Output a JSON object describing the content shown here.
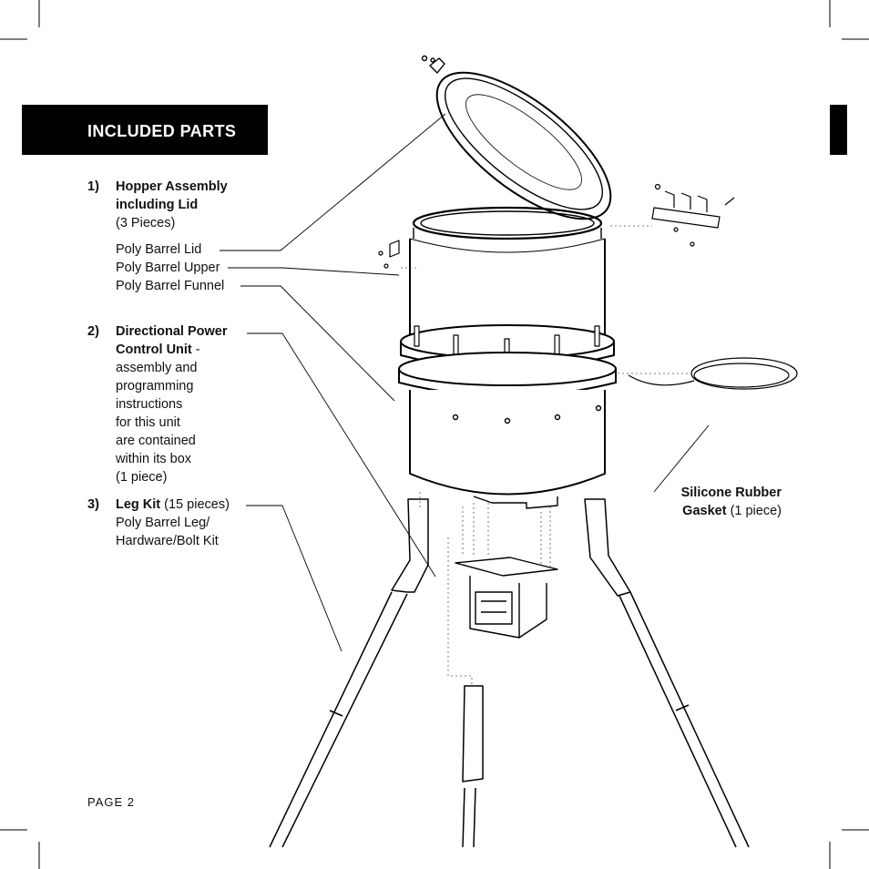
{
  "header": {
    "title": "INCLUDED PARTS"
  },
  "parts": [
    {
      "number": "1)",
      "name_lines": [
        "Hopper Assembly",
        "including Lid"
      ],
      "count": "(3 Pieces)",
      "components": [
        "Poly Barrel Lid",
        "Poly Barrel Upper",
        "Poly Barrel Funnel"
      ]
    },
    {
      "number": "2)",
      "name_lines": [
        "Directional Power",
        "Control Unit"
      ],
      "suffix": " -",
      "desc_lines": [
        "assembly and",
        "programming",
        "instructions",
        "for this unit",
        "are contained",
        "within its box",
        "(1 piece)"
      ]
    },
    {
      "number": "3)",
      "name": "Leg Kit",
      "count": " (15 pieces)",
      "desc_lines": [
        "Poly Barrel Leg/",
        "Hardware/Bolt Kit"
      ]
    }
  ],
  "gasket_label": {
    "name_line1": "Silicone Rubber",
    "name_line2": "Gasket",
    "count": " (1 piece)"
  },
  "footer": {
    "page": "PAGE 2"
  }
}
